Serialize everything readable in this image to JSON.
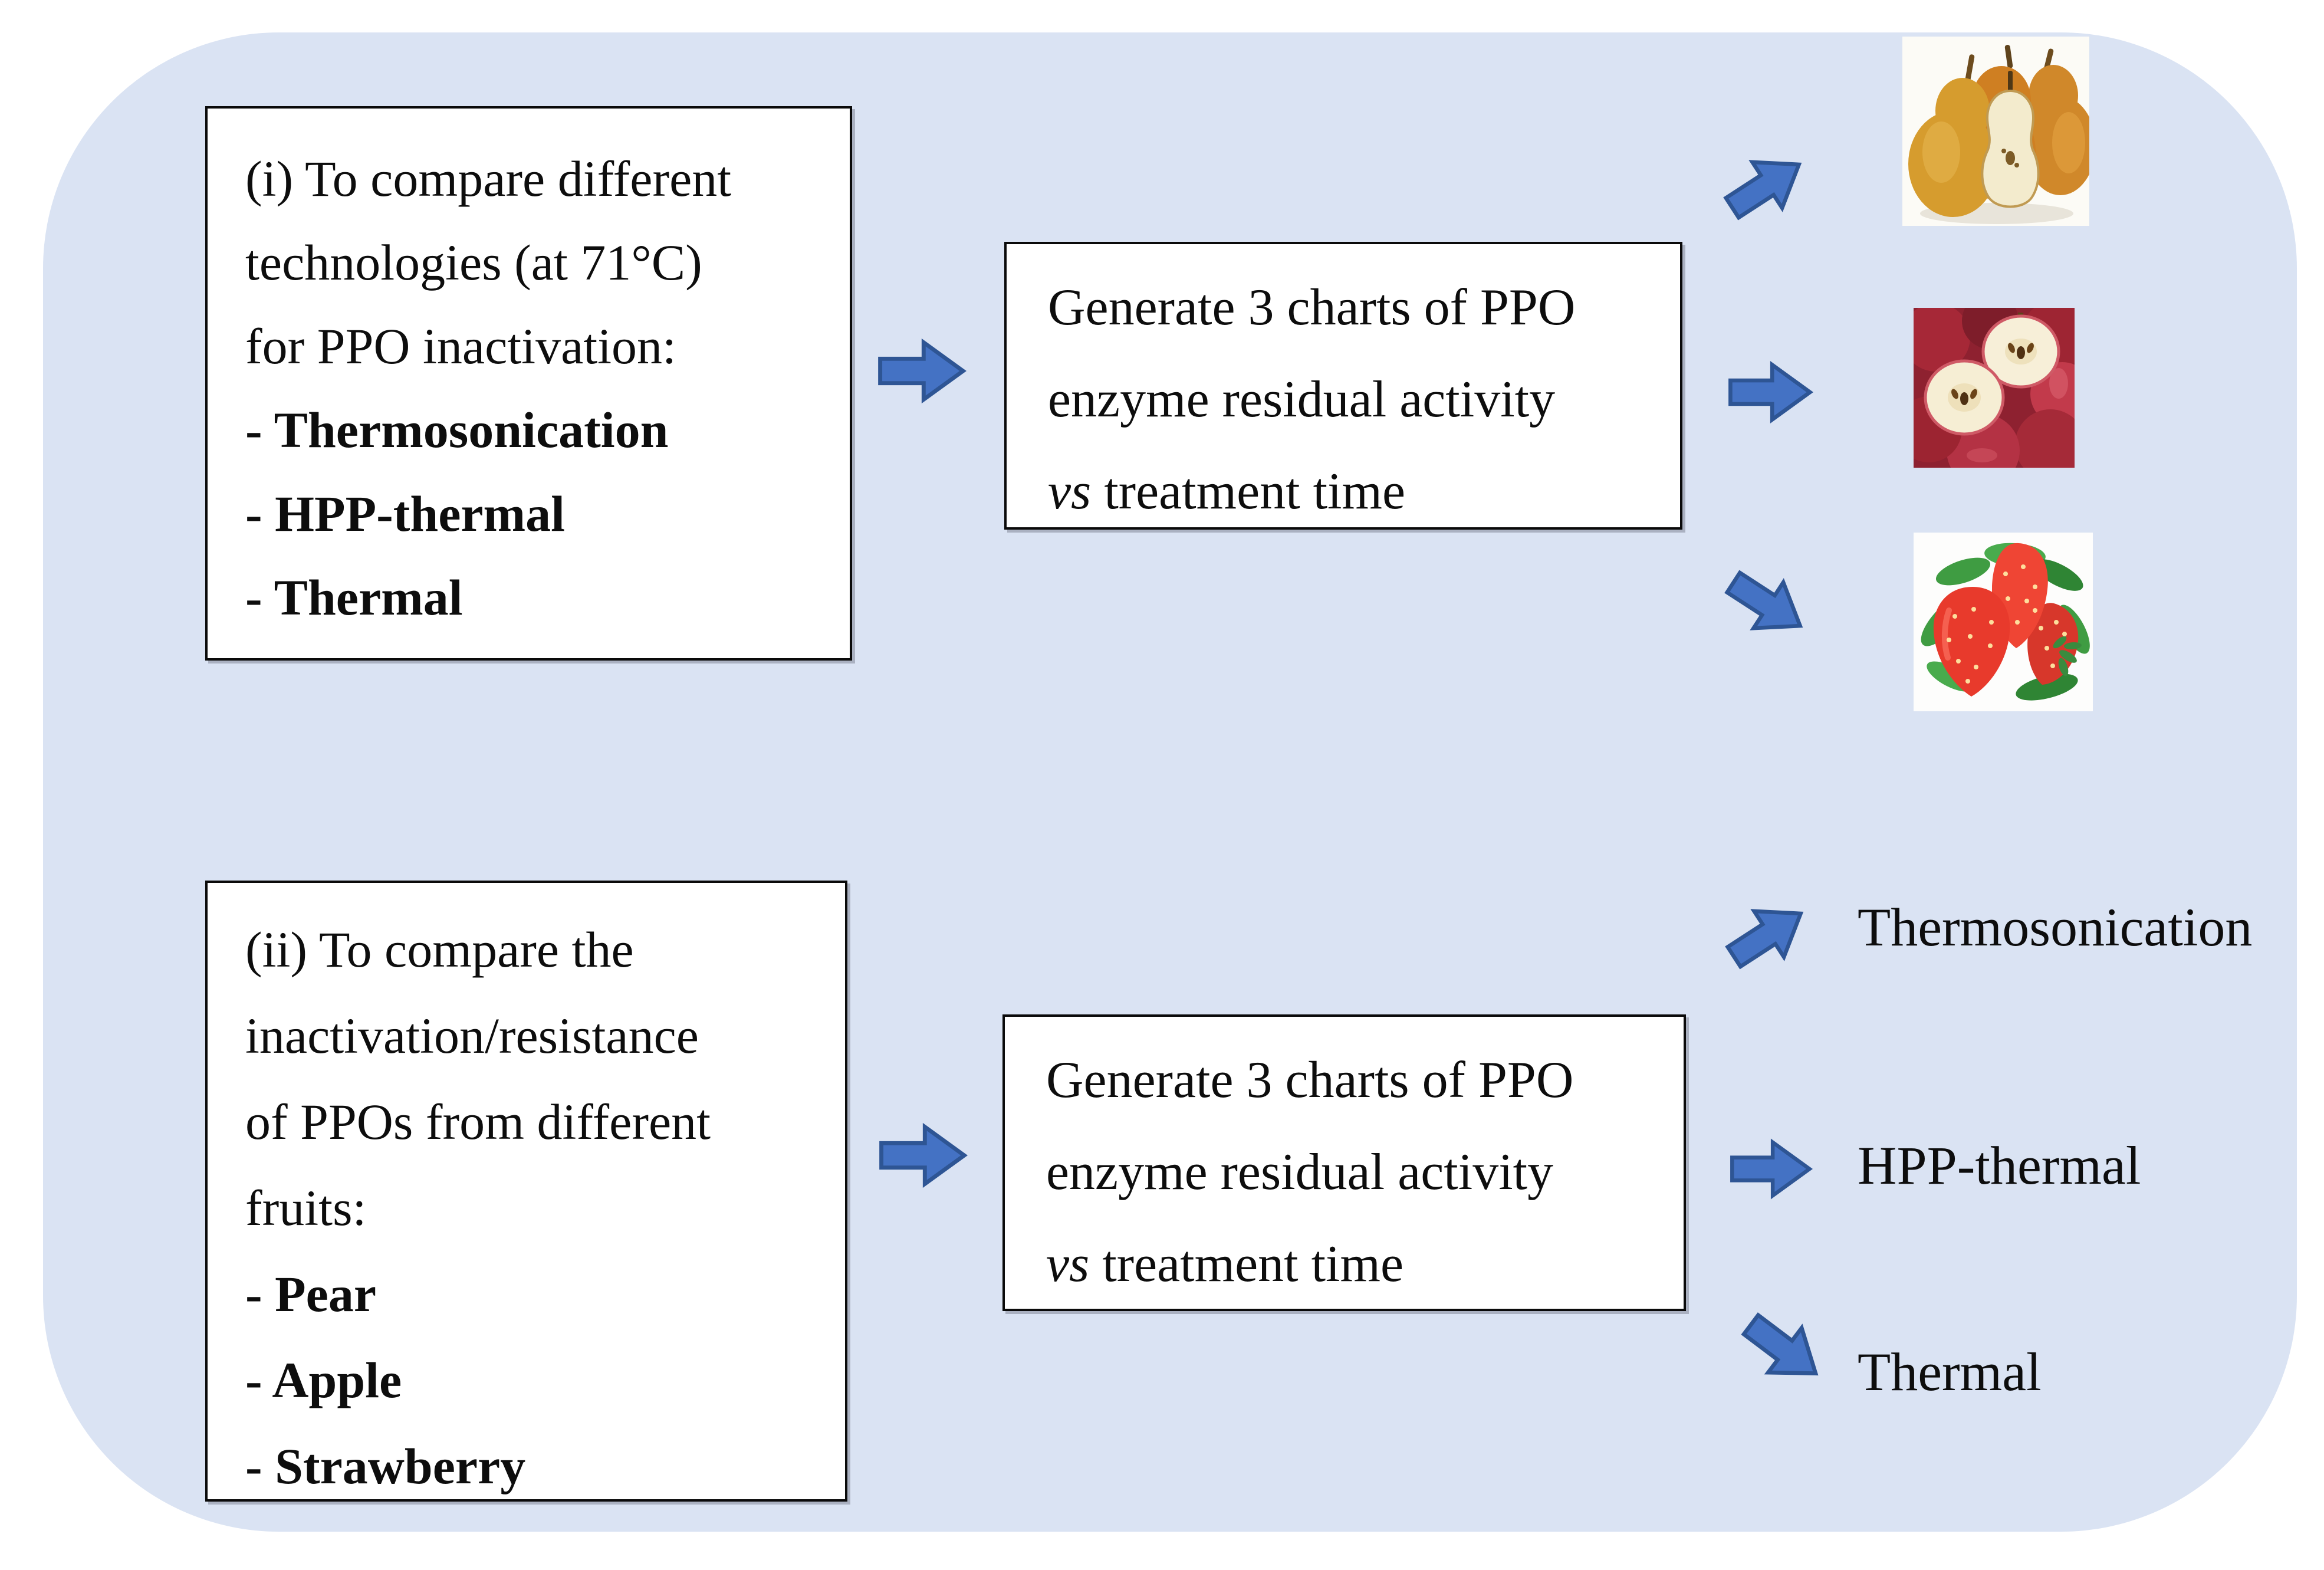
{
  "figure": {
    "background_color": "#ffffff",
    "panel_color": "#dae3f3",
    "arrow_fill": "#4472c4",
    "arrow_stroke": "#2e5594",
    "flow1": {
      "objective": {
        "lines": [
          "(i) To compare different",
          "technologies (at 71°C)",
          "for PPO inactivation:"
        ],
        "items": [
          "- Thermosonication",
          "- HPP-thermal",
          "- Thermal"
        ]
      },
      "process": {
        "lines": [
          "Generate 3 charts of PPO",
          "enzyme residual activity"
        ],
        "vs": "vs",
        "rest": " treatment time"
      },
      "outputs": [
        {
          "icon": "pear-photo",
          "fruit": "pear"
        },
        {
          "icon": "apple-photo",
          "fruit": "apple"
        },
        {
          "icon": "strawberry-photo",
          "fruit": "strawberry"
        }
      ]
    },
    "flow2": {
      "objective": {
        "lines": [
          "(ii) To compare the",
          "inactivation/resistance",
          "of PPOs from different",
          "fruits:"
        ],
        "items": [
          "- Pear",
          "- Apple",
          "- Strawberry"
        ]
      },
      "process": {
        "lines": [
          "Generate 3 charts of PPO",
          "enzyme residual activity"
        ],
        "vs": "vs",
        "rest": " treatment time"
      },
      "outputs": [
        "Thermosonication",
        "HPP-thermal",
        "Thermal"
      ]
    }
  }
}
